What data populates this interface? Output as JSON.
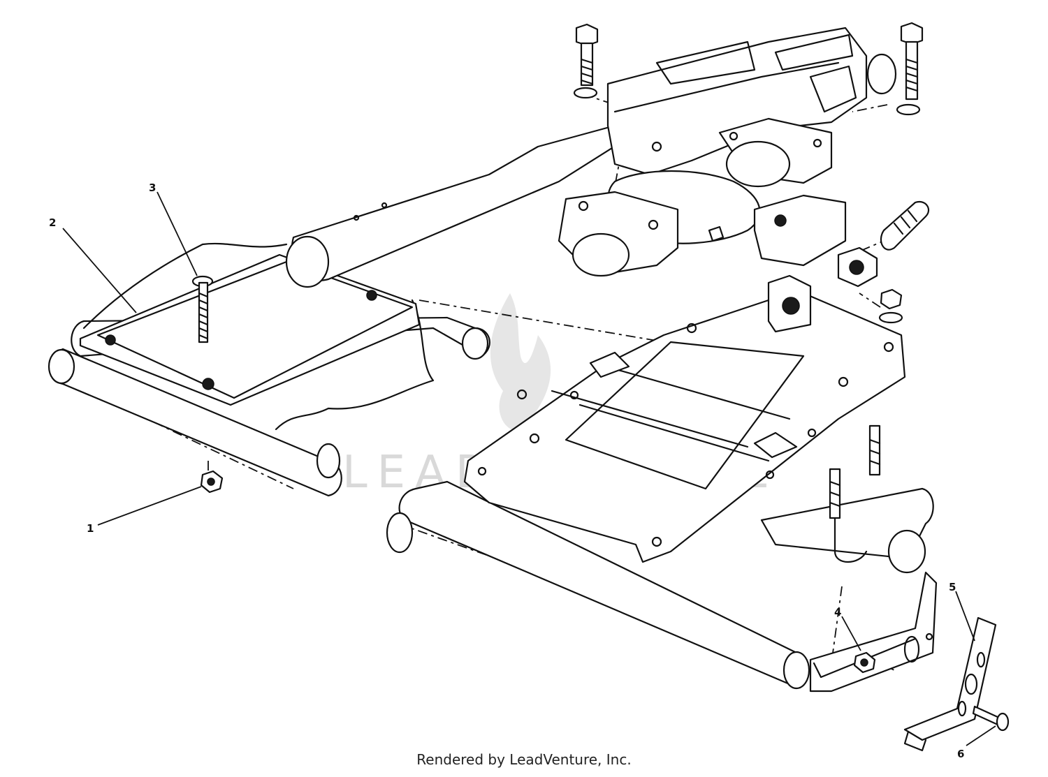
{
  "callouts": [
    {
      "id": "1",
      "label": "1"
    },
    {
      "id": "2",
      "label": "2"
    },
    {
      "id": "3",
      "label": "3"
    },
    {
      "id": "4",
      "label": "4"
    },
    {
      "id": "5",
      "label": "5"
    },
    {
      "id": "6",
      "label": "6"
    }
  ],
  "watermark": {
    "text": "LEADVENTURE"
  },
  "footer": {
    "credit": "Rendered by LeadVenture, Inc."
  },
  "colors": {
    "line": "#111111",
    "background": "#ffffff",
    "watermark": "#d9d9d9"
  }
}
